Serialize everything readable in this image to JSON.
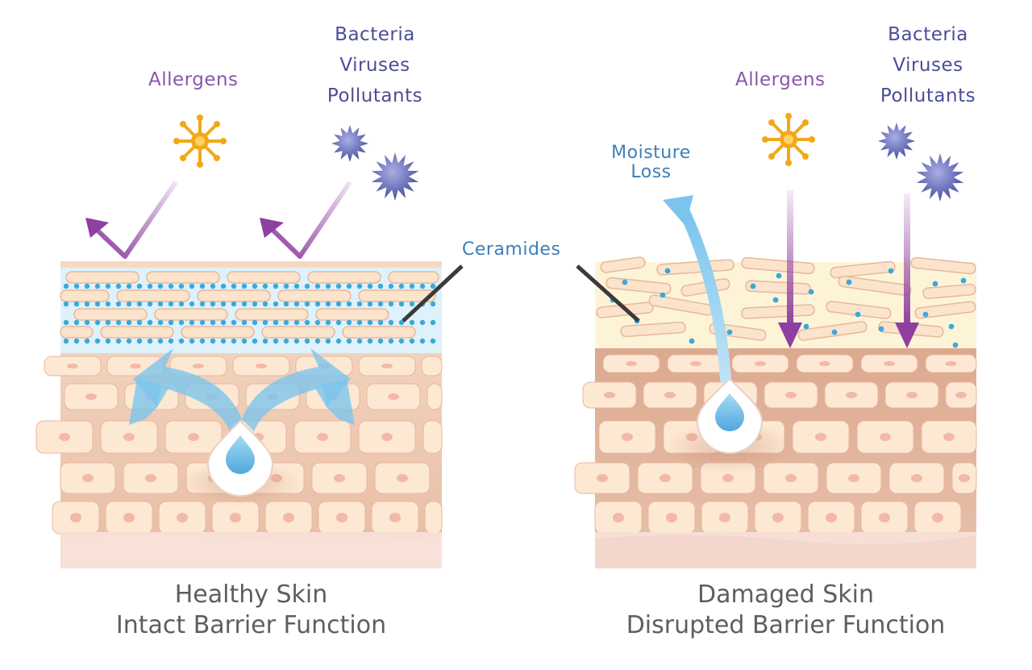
{
  "left_panel": {
    "allergens": "Allergens",
    "microbes": [
      "Bacteria",
      "Viruses",
      "Pollutants"
    ],
    "caption": [
      "Healthy Skin",
      "Intact Barrier Function"
    ]
  },
  "right_panel": {
    "allergens": "Allergens",
    "microbes": [
      "Bacteria",
      "Viruses",
      "Pollutants"
    ],
    "moisture": [
      "Moisture",
      "Loss"
    ],
    "caption": [
      "Damaged Skin",
      "Disrupted Barrier Function"
    ]
  },
  "ceramides_label": "Ceramides",
  "colors": {
    "purple_arrow": "#8e3f9f",
    "allergen": "#f2a817",
    "microbe": "#5257a6",
    "water": "#7cc4ec",
    "dots": "#3ba9d8",
    "skin": "#f0cdb7",
    "cell": "#fde8d3"
  },
  "icons": [
    "allergen-icon",
    "bacteria-icon",
    "virus-icon",
    "water-drop-icon"
  ]
}
